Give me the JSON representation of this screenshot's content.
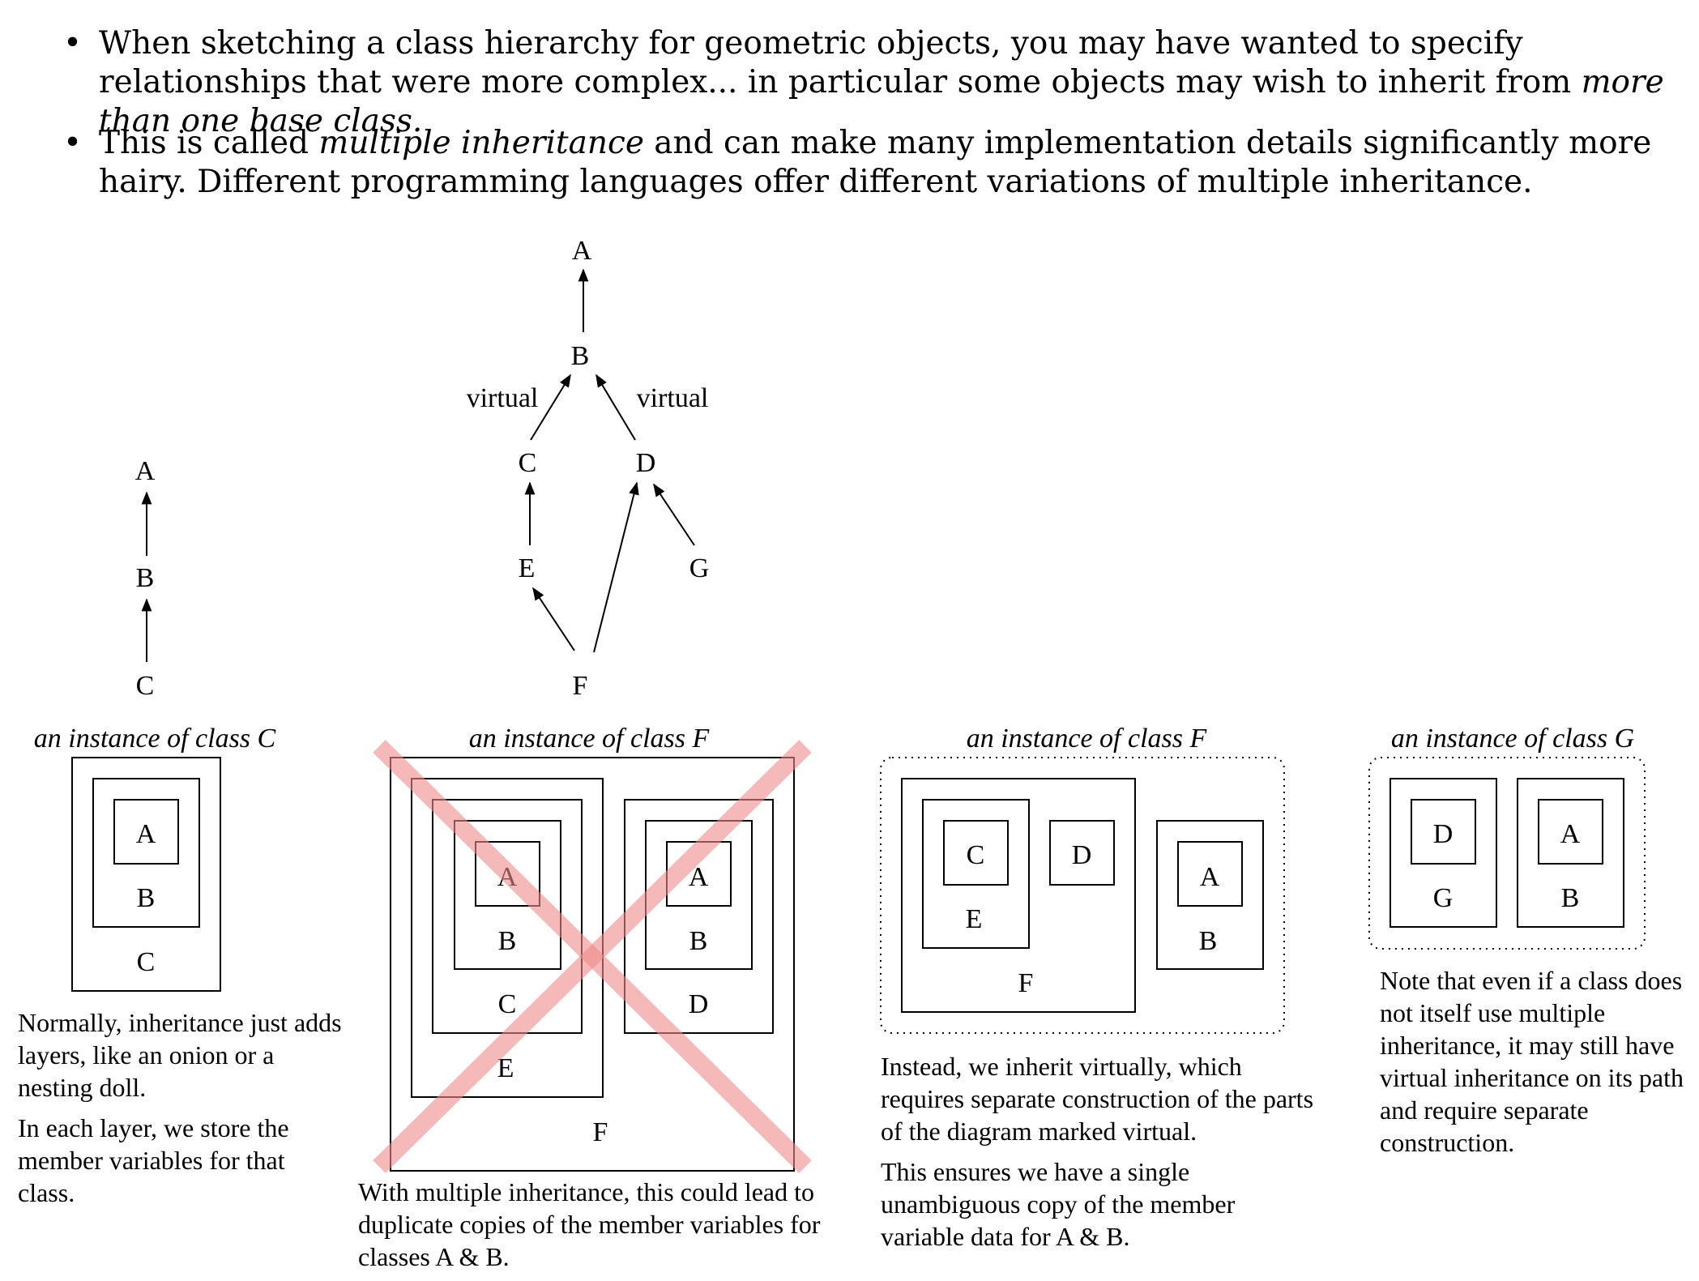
{
  "bullets": [
    {
      "parts": [
        {
          "text": "When sketching a class hierarchy for geometric objects, you may have wanted to specify relationships that were more complex... in particular some objects may wish to inherit from ",
          "italic": false
        },
        {
          "text": "more than one base class.",
          "italic": true
        }
      ]
    },
    {
      "parts": [
        {
          "text": "This is called ",
          "italic": false
        },
        {
          "text": "multiple inheritance",
          "italic": true
        },
        {
          "text": " and can make many implementation details significantly more hairy. Different programming languages offer different variations of multiple inheritance.",
          "italic": false
        }
      ]
    }
  ],
  "simple_hierarchy": {
    "nodes": [
      "A",
      "B",
      "C"
    ]
  },
  "diamond_hierarchy": {
    "nodes": [
      "A",
      "B",
      "C",
      "D",
      "E",
      "F",
      "G"
    ],
    "edge_labels": [
      "virtual",
      "virtual"
    ]
  },
  "instances": [
    {
      "caption": "an instance of class C",
      "labels": [
        "A",
        "B",
        "C"
      ],
      "notes": [
        "Normally, inheritance just adds layers, like an onion or a nesting doll.",
        "In each layer, we store the member variables for that class."
      ]
    },
    {
      "caption": "an instance of class F",
      "labels": [
        "A",
        "B",
        "C",
        "E",
        "A",
        "B",
        "D",
        "F"
      ],
      "crossed_out": true,
      "notes": [
        "With multiple inheritance, this could lead to duplicate copies of the member variables for classes A & B."
      ]
    },
    {
      "caption": "an instance of class F",
      "labels": [
        "C",
        "E",
        "D",
        "F",
        "A",
        "B"
      ],
      "notes": [
        "Instead, we inherit virtually, which requires separate construction of the parts of the diagram marked virtual.",
        "This ensures we have a single unambiguous copy of the member variable data for A & B."
      ]
    },
    {
      "caption": "an instance of class G",
      "labels": [
        "D",
        "G",
        "A",
        "B"
      ],
      "notes": [
        "Note that even if a class does not itself use multiple inheritance, it may still have virtual inheritance on its path and require separate construction."
      ]
    }
  ],
  "colors": {
    "cross": "#f08a8a",
    "ink": "#000000"
  }
}
